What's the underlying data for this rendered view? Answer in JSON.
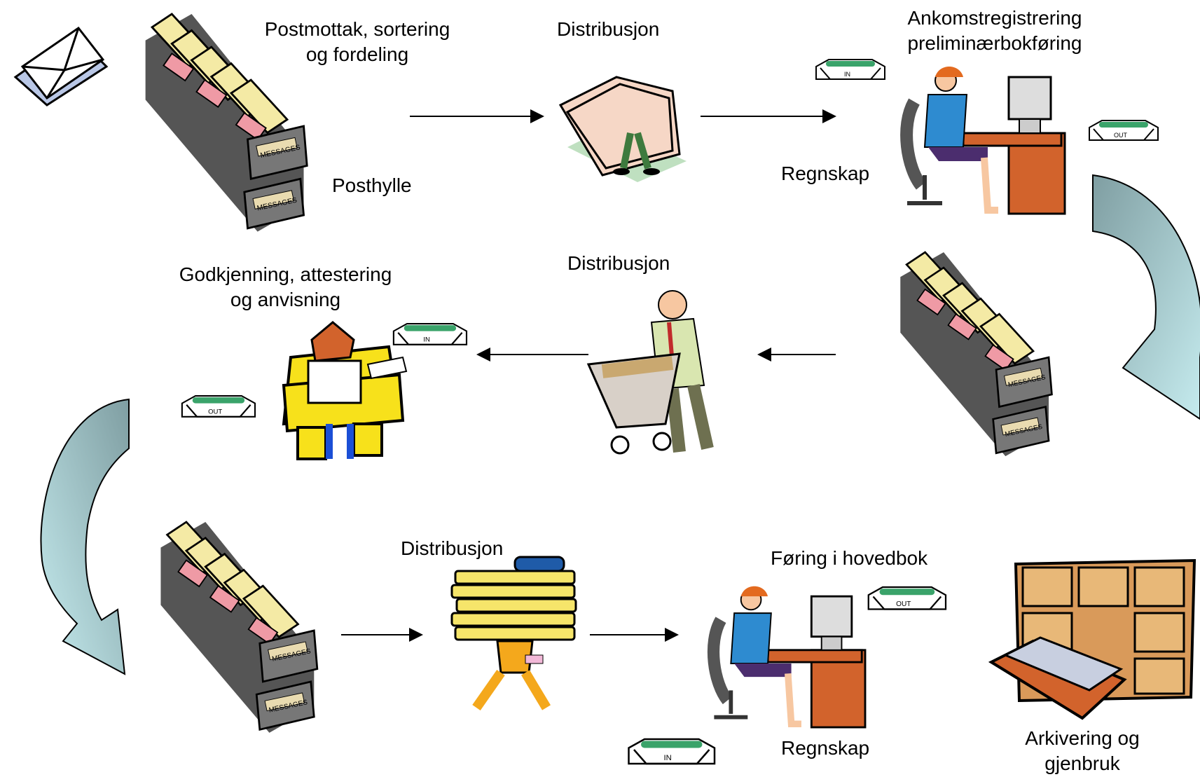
{
  "labels": {
    "postmottak": [
      "Postmottak, sortering",
      "og fordeling"
    ],
    "posthylle": "Posthylle",
    "distribusjon_1": "Distribusjon",
    "ankomst": [
      "Ankomstregistrering",
      "preliminærbokføring"
    ],
    "regnskap_1": "Regnskap",
    "godkjenning": [
      "Godkjenning, attestering",
      "og anvisning"
    ],
    "distribusjon_2": "Distribusjon",
    "distribusjon_3": "Distribusjon",
    "foring": "Føring i hovedbok",
    "regnskap_2": "Regnskap",
    "arkivering": [
      "Arkivering og",
      "gjenbruk"
    ]
  },
  "tray_text": {
    "in": "IN",
    "out": "OUT"
  },
  "shelf_text": "MESSAGES",
  "icons": {
    "envelope": "envelope-icon",
    "shelf": "message-shelf-icon",
    "folder": "folder-person-icon",
    "computer_worker": "computer-worker-icon",
    "desk": "desk-worker-icon",
    "cart": "cart-person-icon",
    "papers": "paper-carrier-icon",
    "cabinet": "filing-cabinet-icon",
    "tray_in": "in-tray-icon",
    "tray_out": "out-tray-icon"
  },
  "colors": {
    "curved_arrow_light": "#bfe3e6",
    "curved_arrow_dark": "#7f9ea2",
    "tray_green": "#3aa36a",
    "desk_yellow": "#f7e11b",
    "desk_orange": "#d2632c",
    "shirt_blue": "#2e8bd0",
    "paper_pink": "#f6d7c6"
  }
}
